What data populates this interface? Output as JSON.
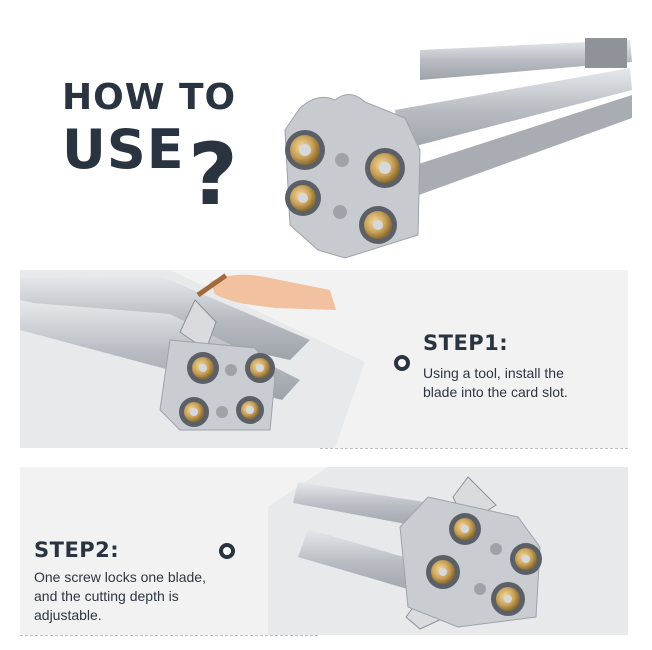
{
  "header": {
    "line1": "HOW TO",
    "line2": "USE",
    "mark": "?"
  },
  "steps": [
    {
      "title": "STEP1:",
      "lines": [
        "Using a tool, install the",
        "blade into the card slot."
      ]
    },
    {
      "title": "STEP2:",
      "lines": [
        "One screw locks one blade,",
        "and the cutting depth is",
        "adjustable."
      ]
    }
  ],
  "colors": {
    "heading": "#2a3340",
    "panel": "#f2f2f2",
    "metal": "#c9ccd1",
    "brass": "#c9a25a"
  },
  "icons": [
    "ring-bullet-icon"
  ]
}
